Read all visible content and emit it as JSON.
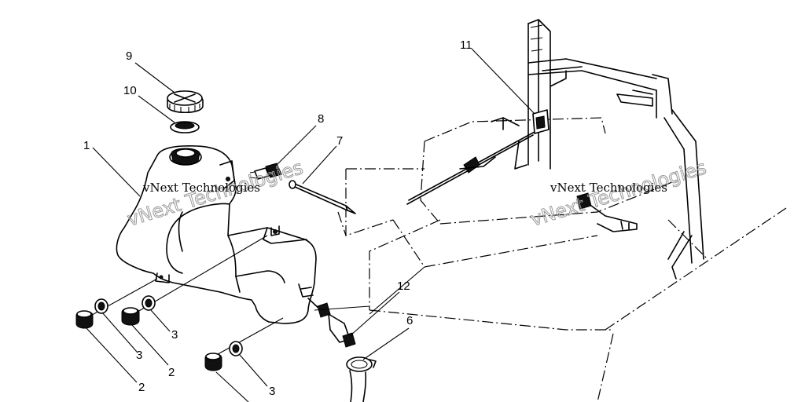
{
  "callouts": {
    "c1": "1",
    "c2a": "2",
    "c2b": "2",
    "c3a": "3",
    "c3b": "3",
    "c3c": "3",
    "c6": "6",
    "c7": "7",
    "c8": "8",
    "c9": "9",
    "c10": "10",
    "c11": "11",
    "c12": "12"
  },
  "watermarks": {
    "left_small": "vNext Technologies",
    "left_large": "vNext Technologies",
    "right_small": "vNext Technologies",
    "right_large": "vNext Technologies"
  }
}
